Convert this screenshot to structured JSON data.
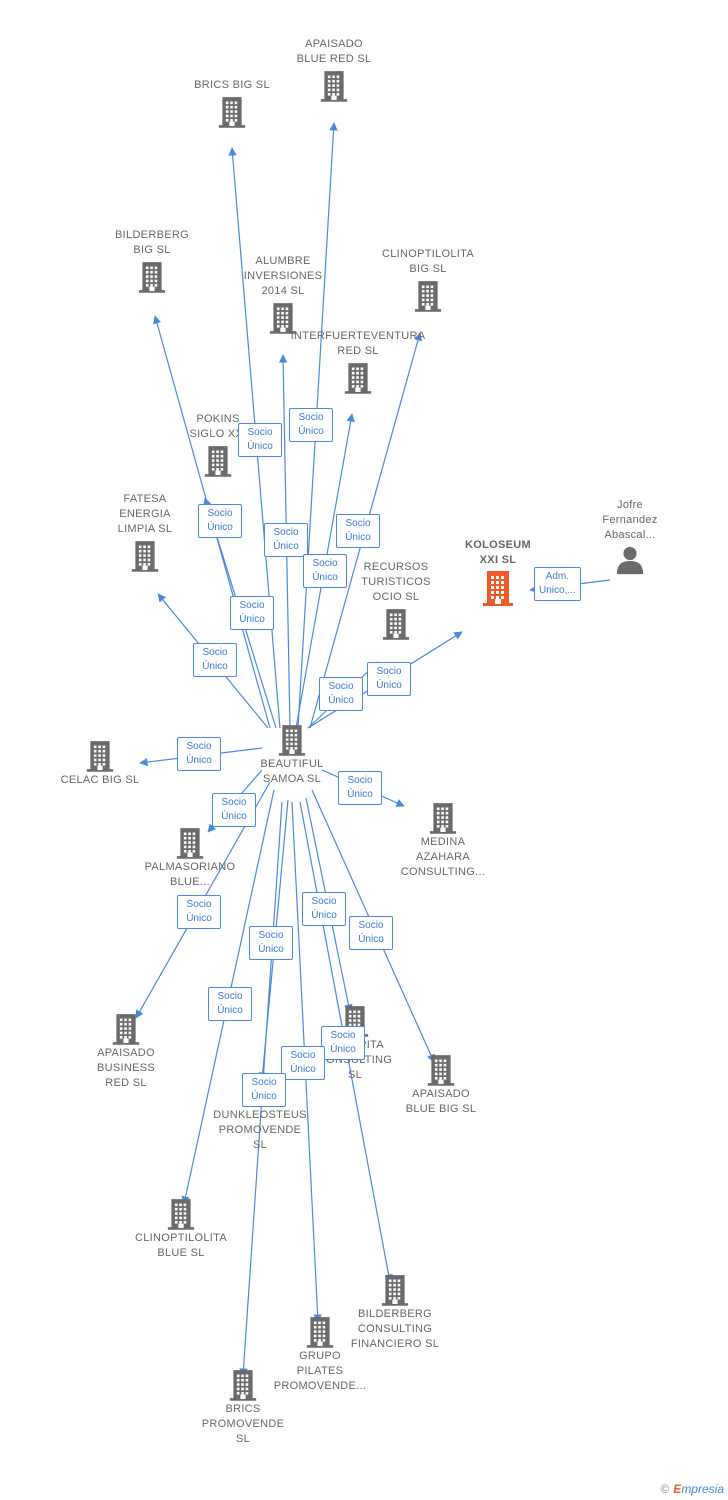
{
  "nodes": [
    {
      "id": "beautiful",
      "label": "BEAUTIFUL\nSAMOA SL",
      "type": "company"
    },
    {
      "id": "koloseum",
      "label": "KOLOSEUM\nXXI SL",
      "type": "main"
    },
    {
      "id": "jofre",
      "label": "Jofre\nFernandez\nAbascal...",
      "type": "person"
    },
    {
      "id": "apaisado_blue_red",
      "label": "APAISADO\nBLUE RED SL",
      "type": "company"
    },
    {
      "id": "brics_big",
      "label": "BRICS BIG SL",
      "type": "company"
    },
    {
      "id": "bilderberg_big",
      "label": "BILDERBERG\nBIG SL",
      "type": "company"
    },
    {
      "id": "alumbre",
      "label": "ALUMBRE\nINVERSIONES\n2014 SL",
      "type": "company"
    },
    {
      "id": "clinoptilolita_big",
      "label": "CLINOPTILOLITA\nBIG SL",
      "type": "company"
    },
    {
      "id": "interfuerteventura",
      "label": "INTERFUERTEVENTURA\nRED SL",
      "type": "company"
    },
    {
      "id": "pokins",
      "label": "POKINS\nSIGLO XXI",
      "type": "company"
    },
    {
      "id": "fatesa",
      "label": "FATESA\nENERGIA\nLIMPIA SL",
      "type": "company"
    },
    {
      "id": "recursos",
      "label": "RECURSOS\nTURISTICOS\nOCIO SL",
      "type": "company"
    },
    {
      "id": "celac",
      "label": "CELAC BIG SL",
      "type": "company"
    },
    {
      "id": "medina",
      "label": "MEDINA\nAZAHARA\nCONSULTING...",
      "type": "company"
    },
    {
      "id": "palmasoriano",
      "label": "PALMASORIANO\nBLUE...",
      "type": "company"
    },
    {
      "id": "apaisado_business",
      "label": "APAISADO\nBUSINESS\nRED SL",
      "type": "company"
    },
    {
      "id": "logopita",
      "label": "LOGOPITA\nCONSULTING\nSL",
      "type": "company"
    },
    {
      "id": "apaisado_blue_big",
      "label": "APAISADO\nBLUE BIG SL",
      "type": "company"
    },
    {
      "id": "dunkleosteus",
      "label": "DUNKLEOSTEUS\nPROMOVENDE\nSL",
      "type": "company"
    },
    {
      "id": "clinoptilolita_blue",
      "label": "CLINOPTILOLITA\nBLUE SL",
      "type": "company"
    },
    {
      "id": "bilderberg_consulting",
      "label": "BILDERBERG\nCONSULTING\nFINANCIERO SL",
      "type": "company"
    },
    {
      "id": "grupo_pilates",
      "label": "GRUPO\nPILATES\nPROMOVENDE...",
      "type": "company"
    },
    {
      "id": "brics_promovende",
      "label": "BRICS\nPROMOVENDE\nSL",
      "type": "company"
    }
  ],
  "edges": [
    {
      "from": "beautiful",
      "to": "apaisado_blue_red",
      "label": "Socio\nÚnico"
    },
    {
      "from": "beautiful",
      "to": "brics_big",
      "label": "Socio\nÚnico"
    },
    {
      "from": "beautiful",
      "to": "bilderberg_big",
      "label": "Socio\nÚnico"
    },
    {
      "from": "beautiful",
      "to": "alumbre",
      "label": "Socio\nÚnico"
    },
    {
      "from": "beautiful",
      "to": "clinoptilolita_big",
      "label": "Socio\nÚnico"
    },
    {
      "from": "beautiful",
      "to": "interfuerteventura",
      "label": "Socio\nÚnico"
    },
    {
      "from": "beautiful",
      "to": "pokins",
      "label": "Socio\nÚnico"
    },
    {
      "from": "beautiful",
      "to": "fatesa",
      "label": "Socio\nÚnico"
    },
    {
      "from": "beautiful",
      "to": "recursos",
      "label": "Socio\nÚnico"
    },
    {
      "from": "beautiful",
      "to": "koloseum",
      "label": "Socio\nÚnico"
    },
    {
      "from": "beautiful",
      "to": "celac",
      "label": "Socio\nÚnico"
    },
    {
      "from": "beautiful",
      "to": "medina",
      "label": "Socio\nÚnico"
    },
    {
      "from": "beautiful",
      "to": "palmasoriano",
      "label": "Socio\nÚnico"
    },
    {
      "from": "beautiful",
      "to": "apaisado_business",
      "label": "Socio\nÚnico"
    },
    {
      "from": "beautiful",
      "to": "logopita",
      "label": "Socio\nÚnico"
    },
    {
      "from": "beautiful",
      "to": "apaisado_blue_big",
      "label": "Socio\nÚnico"
    },
    {
      "from": "beautiful",
      "to": "dunkleosteus",
      "label": "Socio\nÚnico"
    },
    {
      "from": "beautiful",
      "to": "clinoptilolita_blue",
      "label": "Socio\nÚnico"
    },
    {
      "from": "beautiful",
      "to": "bilderberg_consulting",
      "label": "Socio\nÚnico"
    },
    {
      "from": "beautiful",
      "to": "grupo_pilates",
      "label": "Socio\nÚnico"
    },
    {
      "from": "beautiful",
      "to": "brics_promovende",
      "label": "Socio\nÚnico"
    },
    {
      "from": "jofre",
      "to": "koloseum",
      "label": "Adm.\nUnico,..."
    }
  ],
  "colors": {
    "edge": "#4a89dc",
    "company": "#6b6b6b",
    "main": "#f05a28",
    "person": "#6b6b6b"
  },
  "footer": {
    "copyright": "©",
    "brand_e": "E",
    "brand_rest": "mpresia"
  }
}
